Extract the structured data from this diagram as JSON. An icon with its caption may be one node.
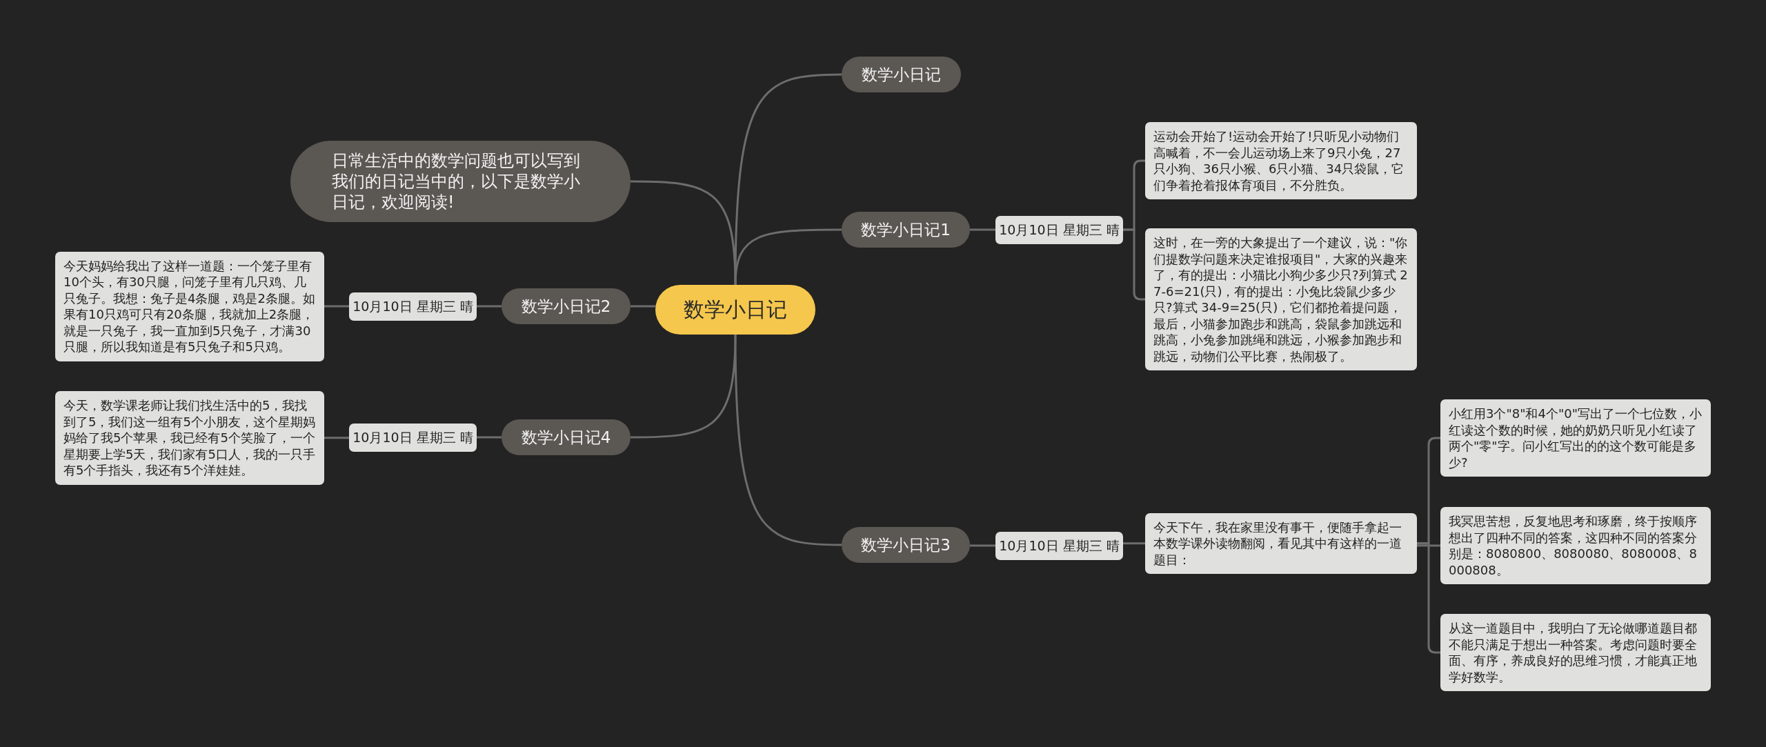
{
  "diagram": {
    "nodes": [
      {
        "text": [
          "数学小日记"
        ]
      },
      {
        "text": [
          "数学小日记"
        ]
      },
      {
        "text": [
          "数学小日记1"
        ]
      },
      {
        "text": [
          "10月10日 星期三 晴"
        ]
      },
      {
        "text": [
          "运动会开始了!运动会开始了!只听见小动物们高喊着，不一会儿运动场上来了9只小兔，27只小狗、36只小猴、6只小猫、34只袋鼠，它们争着抢着报体育项目，不分胜负。"
        ]
      },
      {
        "text": [
          "这时，在一旁的大象提出了一个建议，说：\"你们提数学问题来决定谁报项目\"，大家的兴趣来了，有的提出：小猫比小狗少多少只?列算式 27-6=21(只)，有的提出：小兔比袋鼠少多少只?算式 34-9=25(只)，它们都抢着提问题，最后，小猫参加跑步和跳高，袋鼠参加跳远和跳高，小兔参加跳绳和跳远，小猴参加跑步和跳远，动物们公平比赛，热闹极了。"
        ]
      },
      {
        "text": [
          "日常生活中的数学问题也可以写到我们的日记当中的，以下是数学小日记，欢迎阅读!"
        ]
      },
      {
        "text": [
          "数学小日记2"
        ]
      },
      {
        "text": [
          "10月10日 星期三 晴"
        ]
      },
      {
        "text": [
          "今天妈妈给我出了这样一道题：一个笼子里有10个头，有30只腿，问笼子里有几只鸡、几只兔子。我想：兔子是4条腿，鸡是2条腿。如果有10只鸡可只有20条腿，我就加上2条腿，就是一只兔子，我一直加到5只兔子，才满30只腿，所以我知道是有5只兔子和5只鸡。"
        ]
      },
      {
        "text": [
          "数学小日记4"
        ]
      },
      {
        "text": [
          "10月10日 星期三 晴"
        ]
      },
      {
        "text": [
          "今天，数学课老师让我们找生活中的5，我找到了5，我们这一组有5个小朋友，这个星期妈妈给了我5个苹果，我已经有5个笑脸了，一个星期要上学5天，我们家有5口人，我的一只手有5个手指头，我还有5个洋娃娃。"
        ]
      },
      {
        "text": [
          "数学小日记3"
        ]
      },
      {
        "text": [
          "10月10日 星期三 晴"
        ]
      },
      {
        "text": [
          "今天下午，我在家里没有事干，便随手拿起一本数学课外读物翻阅，看见其中有这样的一道题目："
        ]
      },
      {
        "text": [
          "小红用3个\"8\"和4个\"0\"写出了一个七位数，小红读这个数的时候，她的奶奶只听见小红读了两个\"零\"字。问小红写出的的这个数可能是多少?"
        ]
      },
      {
        "text": [
          "我冥思苦想，反复地思考和琢磨，终于按顺序想出了四种不同的答案，这四种不同的答案分别是：8080800、8080080、8080008、8000808。"
        ]
      },
      {
        "text": [
          "从这一道题目中，我明白了无论做哪道题目都不能只满足于想出一种答案。考虑问题时要全面、有序，养成良好的思维习惯，才能真正地学好数学。"
        ]
      }
    ],
    "edges": [
      {
        "from": 0,
        "to": 1,
        "arrow": "none"
      },
      {
        "from": 0,
        "to": 2,
        "arrow": "none"
      },
      {
        "from": 2,
        "to": 3,
        "arrow": "none"
      },
      {
        "from": 3,
        "to": 4,
        "arrow": "none"
      },
      {
        "from": 3,
        "to": 5,
        "arrow": "none"
      },
      {
        "from": 0,
        "to": 6,
        "arrow": "none"
      },
      {
        "from": 0,
        "to": 7,
        "arrow": "none"
      },
      {
        "from": 7,
        "to": 8,
        "arrow": "none"
      },
      {
        "from": 8,
        "to": 9,
        "arrow": "none"
      },
      {
        "from": 0,
        "to": 10,
        "arrow": "none"
      },
      {
        "from": 10,
        "to": 11,
        "arrow": "none"
      },
      {
        "from": 11,
        "to": 12,
        "arrow": "none"
      },
      {
        "from": 0,
        "to": 13,
        "arrow": "none"
      },
      {
        "from": 13,
        "to": 14,
        "arrow": "none"
      },
      {
        "from": 14,
        "to": 15,
        "arrow": "none"
      },
      {
        "from": 15,
        "to": 16,
        "arrow": "none"
      },
      {
        "from": 15,
        "to": 17,
        "arrow": "none"
      },
      {
        "from": 15,
        "to": 18,
        "arrow": "none"
      }
    ]
  }
}
